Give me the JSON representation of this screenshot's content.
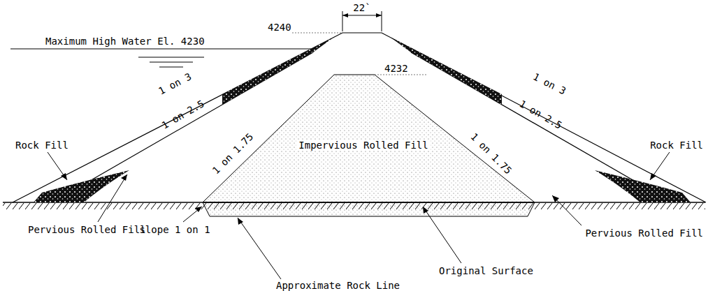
{
  "diagram": {
    "labels": [
      "Maximum High Water El. 4230",
      "4240",
      "22`",
      "4232",
      "1 on 3",
      "1 on 2.5",
      "1 on 1.75",
      "Impervious Rolled Fill",
      "1 on 1.75",
      "1 on 3",
      "1 on 2.5",
      "Rock Fill",
      "Rock Fill",
      "slope 1 on 1",
      "Pervious Rolled Fill",
      "Approximate Rock Line",
      "Original Surface",
      "Pervious Rolled Fill"
    ]
  }
}
